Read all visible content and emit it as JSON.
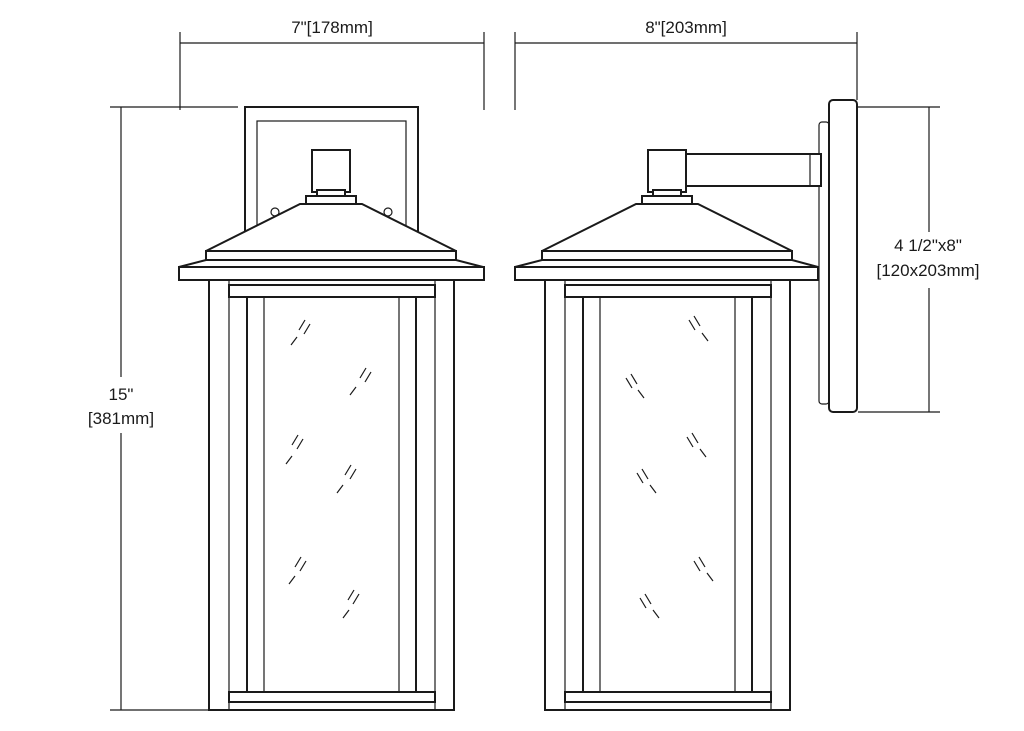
{
  "dimensions": {
    "width_front": "7\"[178mm]",
    "width_side": "8\"[203mm]",
    "height_line1": "15\"",
    "height_line2": "[381mm]",
    "backplate_line1": "4 1/2\"x8\"",
    "backplate_line2": "[120x203mm]"
  },
  "colors": {
    "line": "#1a1a1a",
    "background": "#ffffff"
  }
}
